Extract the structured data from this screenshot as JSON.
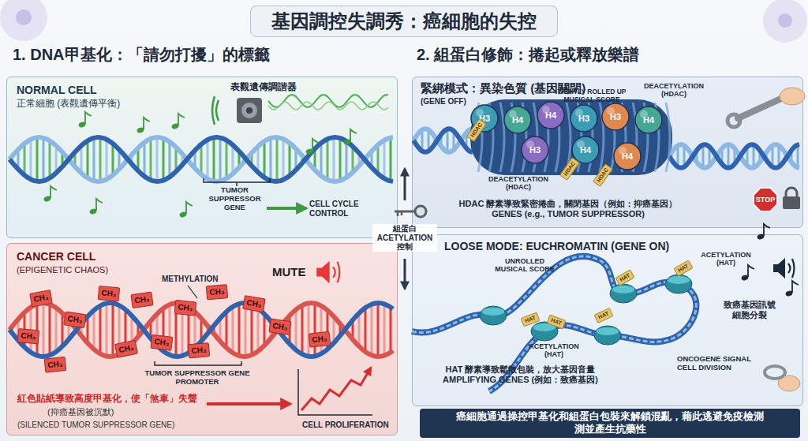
{
  "diagram": {
    "title": "基因調控失調秀：癌細胞的失控",
    "caption": "癌細胞通過操控甲基化和組蛋白包裝來解鎖混亂，藉此逃避免疫檢測 測並產生抗藥性",
    "nodes": [
      {
        "text": [
          "1. DNA甲基化：「請勿打擾」的標籤"
        ]
      },
      {
        "text": [
          "NORMAL CELL",
          "正常細胞 (表觀遺傳平衡)"
        ],
        "in": 0
      },
      {
        "text": [
          "CANCER CELL",
          "(EPIGENETIC CHAOS)"
        ],
        "in": 0
      },
      {
        "text": [
          "2. 組蛋白修飾：捲起或釋放樂譜"
        ]
      },
      {
        "text": [
          "緊綁模式：異染色質 (基因關閉)",
          "(GENE OFF)"
        ],
        "in": 3
      },
      {
        "text": [
          "LOOSE MODE: EUCHROMATIN (GENE ON)"
        ],
        "in": 3
      }
    ],
    "labels": [
      "表觀遺傳調諧器",
      "TUMOR SUPPRESSOR GENE",
      "CELL CYCLE CONTROL",
      "MUTE",
      "METHYLATION",
      "CH₃",
      "CH₃",
      "CH₃",
      "CH₃",
      "CH₃",
      "CH₃",
      "CH₃",
      "CH₃",
      "CH₃",
      "CH₃",
      "CH₃",
      "CH₃",
      "CH₃",
      "CH₃",
      "TUMOR SUPPRESSOR GENE PROMOTER",
      "紅色貼紙導致高度甲基化，使「煞車」失聲",
      "(抑癌基因被沉默)",
      "(SILENCED TUMOR SUPPRESSOR GENE)",
      "CELL PROLIFERATION",
      "組蛋白 ACETYLATION 控制",
      "TIGHTLY ROLLED UP MUSICAL SCORE",
      "DEACETYLATION (HDAC)",
      "H3",
      "H4",
      "H4",
      "H3",
      "H3",
      "H4",
      "H3",
      "H4",
      "H4",
      "HDAC",
      "HDAC",
      "HDAC",
      "DEACETYLATION (HDAC)",
      "HDAC 酵素導致緊密捲曲，關閉基因（例如：抑癌基因） GENES (e.g., TUMOR SUPPRESSOR)",
      "STOP",
      "UNROLLED MUSICAL SCORE",
      "ACETYLATION (HAT)",
      "HAT",
      "HAT",
      "HAT",
      "HAT",
      "HAT",
      "ACETYLATION (HAT)",
      "HAT 酵素導致鬆散包裝，放大基因音量 AMPLIFYING GENES (例如：致癌基因)",
      "致癌基因訊號 細胞分裂",
      "ONCOGENE SIGNAL CELL DIVISION"
    ]
  }
}
